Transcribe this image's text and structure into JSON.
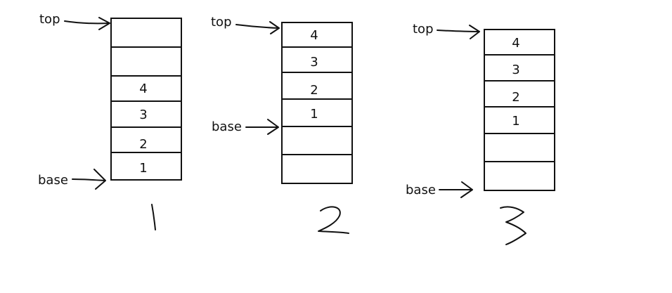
{
  "colors": {
    "background": "#ffffff",
    "ink": "#111111"
  },
  "panels": [
    {
      "caption": "1",
      "top_label": "top",
      "base_label": "base",
      "cells": [
        "",
        "",
        "4",
        "3",
        "2",
        "1"
      ],
      "top_index": 0,
      "base_index": 6
    },
    {
      "caption": "2",
      "top_label": "top",
      "base_label": "base",
      "cells": [
        "4",
        "3",
        "2",
        "1",
        "",
        ""
      ],
      "top_index": 0,
      "base_index": 4
    },
    {
      "caption": "3",
      "top_label": "top",
      "base_label": "base",
      "cells": [
        "4",
        "3",
        "2",
        "1",
        "",
        ""
      ],
      "top_index": 0,
      "base_index": 6
    }
  ]
}
